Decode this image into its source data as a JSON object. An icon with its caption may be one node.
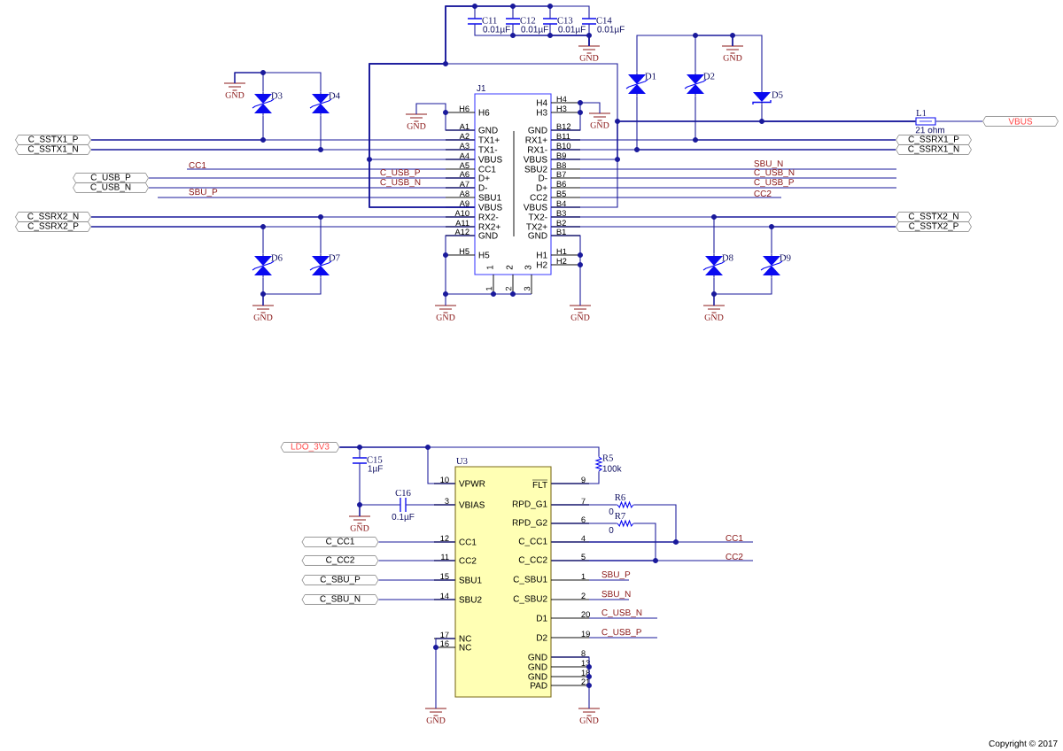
{
  "diagram": {
    "nodes": [
      {
        "text": [
          "C_SSTX1_P"
        ]
      },
      {
        "text": [
          "C_SSTX1_N"
        ]
      },
      {
        "text": [
          "C_USB_P"
        ]
      },
      {
        "text": [
          "C_USB_N"
        ]
      },
      {
        "text": [
          "C_SSRX2_N"
        ]
      },
      {
        "text": [
          "C_SSRX2_P"
        ]
      },
      {
        "text": [
          "GND"
        ]
      },
      {
        "text": [
          "D3"
        ]
      },
      {
        "text": [
          "D4"
        ]
      },
      {
        "text": [
          "D6"
        ]
      },
      {
        "text": [
          "D7"
        ]
      },
      {
        "text": [
          "GND"
        ]
      },
      {
        "text": [
          "C11",
          "0.01µF"
        ]
      },
      {
        "text": [
          "C12",
          "0.01µF"
        ]
      },
      {
        "text": [
          "C13",
          "0.01µF"
        ]
      },
      {
        "text": [
          "C14",
          "0.01µF"
        ]
      },
      {
        "text": [
          "GND"
        ]
      },
      {
        "beside": [
          "H6",
          "A1",
          "A2",
          "A3",
          "A4",
          "A5",
          "A6",
          "A7",
          "A8",
          "A9",
          "A10",
          "A11",
          "A12",
          "H5",
          "H4",
          "H3",
          "B12",
          "B11",
          "B10",
          "B9",
          "B8",
          "B7",
          "B6",
          "B5",
          "B4",
          "B3",
          "B2",
          "B1",
          "H1",
          "H2",
          "1",
          "2",
          "3"
        ],
        "text": [
          "J1",
          "H6",
          "GND",
          "TX1+",
          "TX1-",
          "VBUS",
          "CC1",
          "D+",
          "D-",
          "SBU1",
          "VBUS",
          "RX2-",
          "RX2+",
          "GND",
          "H5",
          "H4",
          "H3",
          "GND",
          "RX1+",
          "RX1-",
          "VBUS",
          "SBU2",
          "D-",
          "D+",
          "CC2",
          "VBUS",
          "TX2-",
          "TX2+",
          "GND",
          "H1",
          "H2",
          "1",
          "2",
          "3"
        ]
      },
      {
        "text": [
          "GND"
        ]
      },
      {
        "text": [
          "GND"
        ]
      },
      {
        "text": [
          "GND"
        ]
      },
      {
        "text": [
          "GND"
        ]
      },
      {
        "text": [
          "D1"
        ]
      },
      {
        "text": [
          "D2"
        ]
      },
      {
        "text": [
          "D5"
        ]
      },
      {
        "text": [
          "GND"
        ]
      },
      {
        "text": [
          "L1",
          "21 ohm"
        ]
      },
      {
        "text": [
          "VBUS"
        ]
      },
      {
        "text": [
          "C_SSRX1_P"
        ]
      },
      {
        "text": [
          "C_SSRX1_N"
        ]
      },
      {
        "text": [
          "C_SSTX2_N"
        ]
      },
      {
        "text": [
          "C_SSTX2_P"
        ]
      },
      {
        "text": [
          "D8"
        ]
      },
      {
        "text": [
          "D9"
        ]
      },
      {
        "text": [
          "GND"
        ]
      },
      {
        "text": [
          "LDO_3V3"
        ]
      },
      {
        "text": [
          "C15",
          "1µF"
        ]
      },
      {
        "text": [
          "GND"
        ]
      },
      {
        "text": [
          "C16",
          "0.1µF"
        ]
      },
      {
        "beside": [
          "10",
          "3",
          "12",
          "11",
          "15",
          "14",
          "17",
          "16",
          "9",
          "7",
          "6",
          "4",
          "5",
          "1",
          "2",
          "20",
          "19",
          "8",
          "13",
          "18",
          "21"
        ],
        "text": [
          "U3",
          "VPWR",
          "VBIAS",
          "CC1",
          "CC2",
          "SBU1",
          "SBU2",
          "NC",
          "NC",
          "FLT",
          "RPD_G1",
          "RPD_G2",
          "C_CC1",
          "C_CC2",
          "C_SBU1",
          "C_SBU2",
          "D1",
          "D2",
          "GND",
          "GND",
          "GND",
          "PAD"
        ]
      },
      {
        "text": [
          "R5",
          "100k"
        ]
      },
      {
        "text": [
          "R6",
          "0"
        ]
      },
      {
        "text": [
          "R7",
          "0"
        ]
      },
      {
        "text": [
          "C_CC1"
        ]
      },
      {
        "text": [
          "C_CC2"
        ]
      },
      {
        "text": [
          "C_SBU_P"
        ]
      },
      {
        "text": [
          "C_SBU_N"
        ]
      },
      {
        "text": [
          "GND"
        ]
      },
      {
        "text": [
          "GND"
        ]
      }
    ],
    "edges": [
      {
        "from": 0,
        "to": 17,
        "arrow": "none"
      },
      {
        "from": 1,
        "to": 17,
        "arrow": "none"
      },
      {
        "from": 2,
        "to": 17,
        "arrow": "none"
      },
      {
        "from": 3,
        "to": 17,
        "arrow": "none"
      },
      {
        "from": 4,
        "to": 17,
        "arrow": "none"
      },
      {
        "from": 5,
        "to": 17,
        "arrow": "none"
      },
      {
        "from": 7,
        "to": 6,
        "arrow": "none"
      },
      {
        "from": 8,
        "to": 6,
        "arrow": "none"
      },
      {
        "from": 7,
        "to": 0,
        "arrow": "none"
      },
      {
        "from": 8,
        "to": 1,
        "arrow": "none"
      },
      {
        "from": 9,
        "to": 5,
        "arrow": "none"
      },
      {
        "from": 10,
        "to": 4,
        "arrow": "none"
      },
      {
        "from": 9,
        "to": 11,
        "arrow": "none"
      },
      {
        "from": 10,
        "to": 11,
        "arrow": "none"
      },
      {
        "from": 12,
        "to": 16,
        "arrow": "none"
      },
      {
        "from": 13,
        "to": 16,
        "arrow": "none"
      },
      {
        "from": 14,
        "to": 16,
        "arrow": "none"
      },
      {
        "from": 15,
        "to": 16,
        "arrow": "none"
      },
      {
        "from": 17,
        "to": 18,
        "arrow": "none"
      },
      {
        "from": 17,
        "to": 19,
        "arrow": "none"
      },
      {
        "from": 17,
        "to": 20,
        "arrow": "none"
      },
      {
        "from": 17,
        "to": 21,
        "arrow": "none"
      },
      {
        "from": 17,
        "to": 26,
        "arrow": "none"
      },
      {
        "from": 17,
        "to": 28,
        "arrow": "none"
      },
      {
        "from": 17,
        "to": 29,
        "arrow": "none"
      },
      {
        "from": 17,
        "to": 30,
        "arrow": "none"
      },
      {
        "from": 17,
        "to": 31,
        "arrow": "none"
      },
      {
        "from": 22,
        "to": 25,
        "arrow": "none"
      },
      {
        "from": 23,
        "to": 25,
        "arrow": "none"
      },
      {
        "from": 24,
        "to": 25,
        "arrow": "none"
      },
      {
        "from": 22,
        "to": 29,
        "arrow": "none"
      },
      {
        "from": 23,
        "to": 28,
        "arrow": "none"
      },
      {
        "from": 24,
        "to": 26,
        "arrow": "none"
      },
      {
        "from": 26,
        "to": 27,
        "arrow": "none"
      },
      {
        "from": 32,
        "to": 30,
        "arrow": "none"
      },
      {
        "from": 33,
        "to": 31,
        "arrow": "none"
      },
      {
        "from": 32,
        "to": 34,
        "arrow": "none"
      },
      {
        "from": 33,
        "to": 34,
        "arrow": "none"
      },
      {
        "from": 35,
        "to": 39,
        "arrow": "none"
      },
      {
        "from": 35,
        "to": 36,
        "arrow": "none"
      },
      {
        "from": 36,
        "to": 37,
        "arrow": "none"
      },
      {
        "from": 38,
        "to": 37,
        "arrow": "none"
      },
      {
        "from": 38,
        "to": 39,
        "arrow": "none"
      },
      {
        "from": 35,
        "to": 40,
        "arrow": "none"
      },
      {
        "from": 40,
        "to": 39,
        "arrow": "none"
      },
      {
        "from": 39,
        "to": 41,
        "arrow": "none"
      },
      {
        "from": 39,
        "to": 42,
        "arrow": "none"
      },
      {
        "from": 41,
        "to": 39,
        "arrow": "none"
      },
      {
        "from": 42,
        "to": 39,
        "arrow": "none"
      },
      {
        "from": 43,
        "to": 39,
        "arrow": "none"
      },
      {
        "from": 44,
        "to": 39,
        "arrow": "none"
      },
      {
        "from": 45,
        "to": 39,
        "arrow": "none"
      },
      {
        "from": 46,
        "to": 39,
        "arrow": "none"
      },
      {
        "from": 39,
        "to": 47,
        "arrow": "none"
      },
      {
        "from": 39,
        "to": 48,
        "arrow": "none"
      },
      {
        "from": 17,
        "to": 12,
        "arrow": "none"
      },
      {
        "from": 17,
        "to": 13,
        "arrow": "none"
      },
      {
        "from": 17,
        "to": 14,
        "arrow": "none"
      },
      {
        "from": 17,
        "to": 15,
        "arrow": "none"
      },
      {
        "from": 17,
        "to": 26,
        "arrow": "none"
      },
      {
        "from": 17,
        "to": 26,
        "arrow": "none"
      }
    ],
    "labels": [
      "CC1",
      "C_USB_P",
      "C_USB_N",
      "SBU_P",
      "SBU_N",
      "C_USB_N",
      "C_USB_P",
      "CC2",
      "CC1",
      "CC2",
      "SBU_P",
      "SBU_N",
      "C_USB_N",
      "C_USB_P",
      "Copyright © 2017"
    ]
  }
}
